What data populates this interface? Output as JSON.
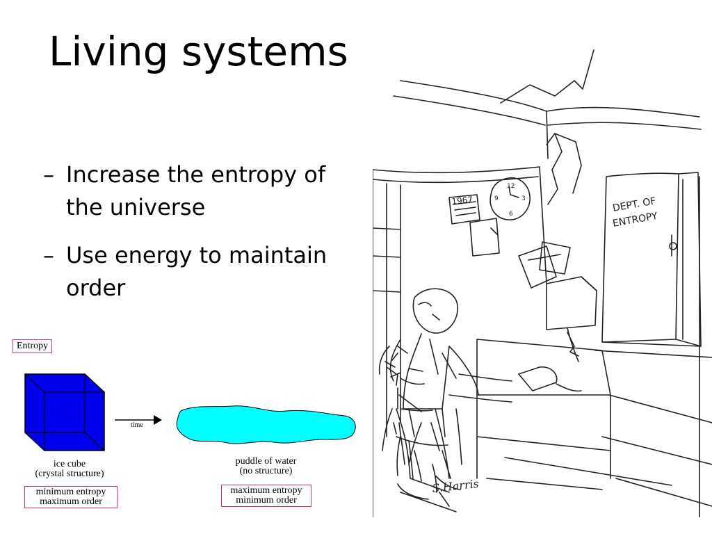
{
  "title": "Living systems",
  "bullets": [
    {
      "dash": "–",
      "text": "Increase the entropy of the universe"
    },
    {
      "dash": "–",
      "text": "Use energy to maintain order"
    }
  ],
  "diagram": {
    "label": "Entropy",
    "arrow_label": "time",
    "ice": {
      "caption_1": "ice cube",
      "caption_2": "(crystal structure)",
      "box_1": "minimum entropy",
      "box_2": "maximum order",
      "color": "#0000ee"
    },
    "puddle": {
      "caption_1": "puddle of water",
      "caption_2": "(no structure)",
      "box_1": "maximum entropy",
      "box_2": "minimum order",
      "color": "#00ffff"
    }
  },
  "cartoon": {
    "sign_line_1": "DEPT. OF",
    "sign_line_2": "ENTROPY",
    "calendar_year": "1967",
    "clock_numbers": [
      "12",
      "3",
      "6",
      "9"
    ],
    "signature": "S.Harris"
  }
}
